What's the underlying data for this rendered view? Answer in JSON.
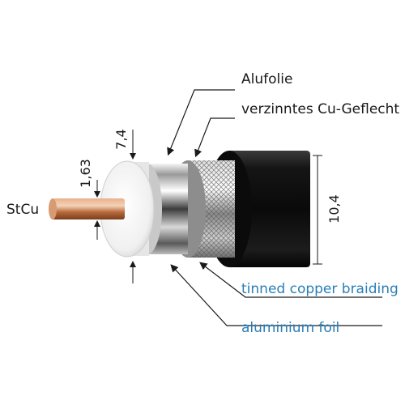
{
  "labels": {
    "alufolie": "Alufolie",
    "geflecht": "verzinntes Cu-Geflecht",
    "tinned_braiding": "tinned copper braiding",
    "aluminium_foil": "aluminium foil",
    "core_material": "StCu"
  },
  "dimensions": {
    "inner_diameter": "1,63",
    "dielectric_diameter": "7,4",
    "outer_diameter": "10,4"
  },
  "colors": {
    "english_text": "#2a7fb8",
    "german_text": "#1a1a1a",
    "jacket": "#111111",
    "copper": "#c87a4a",
    "dielectric": "#f2f2f2"
  }
}
